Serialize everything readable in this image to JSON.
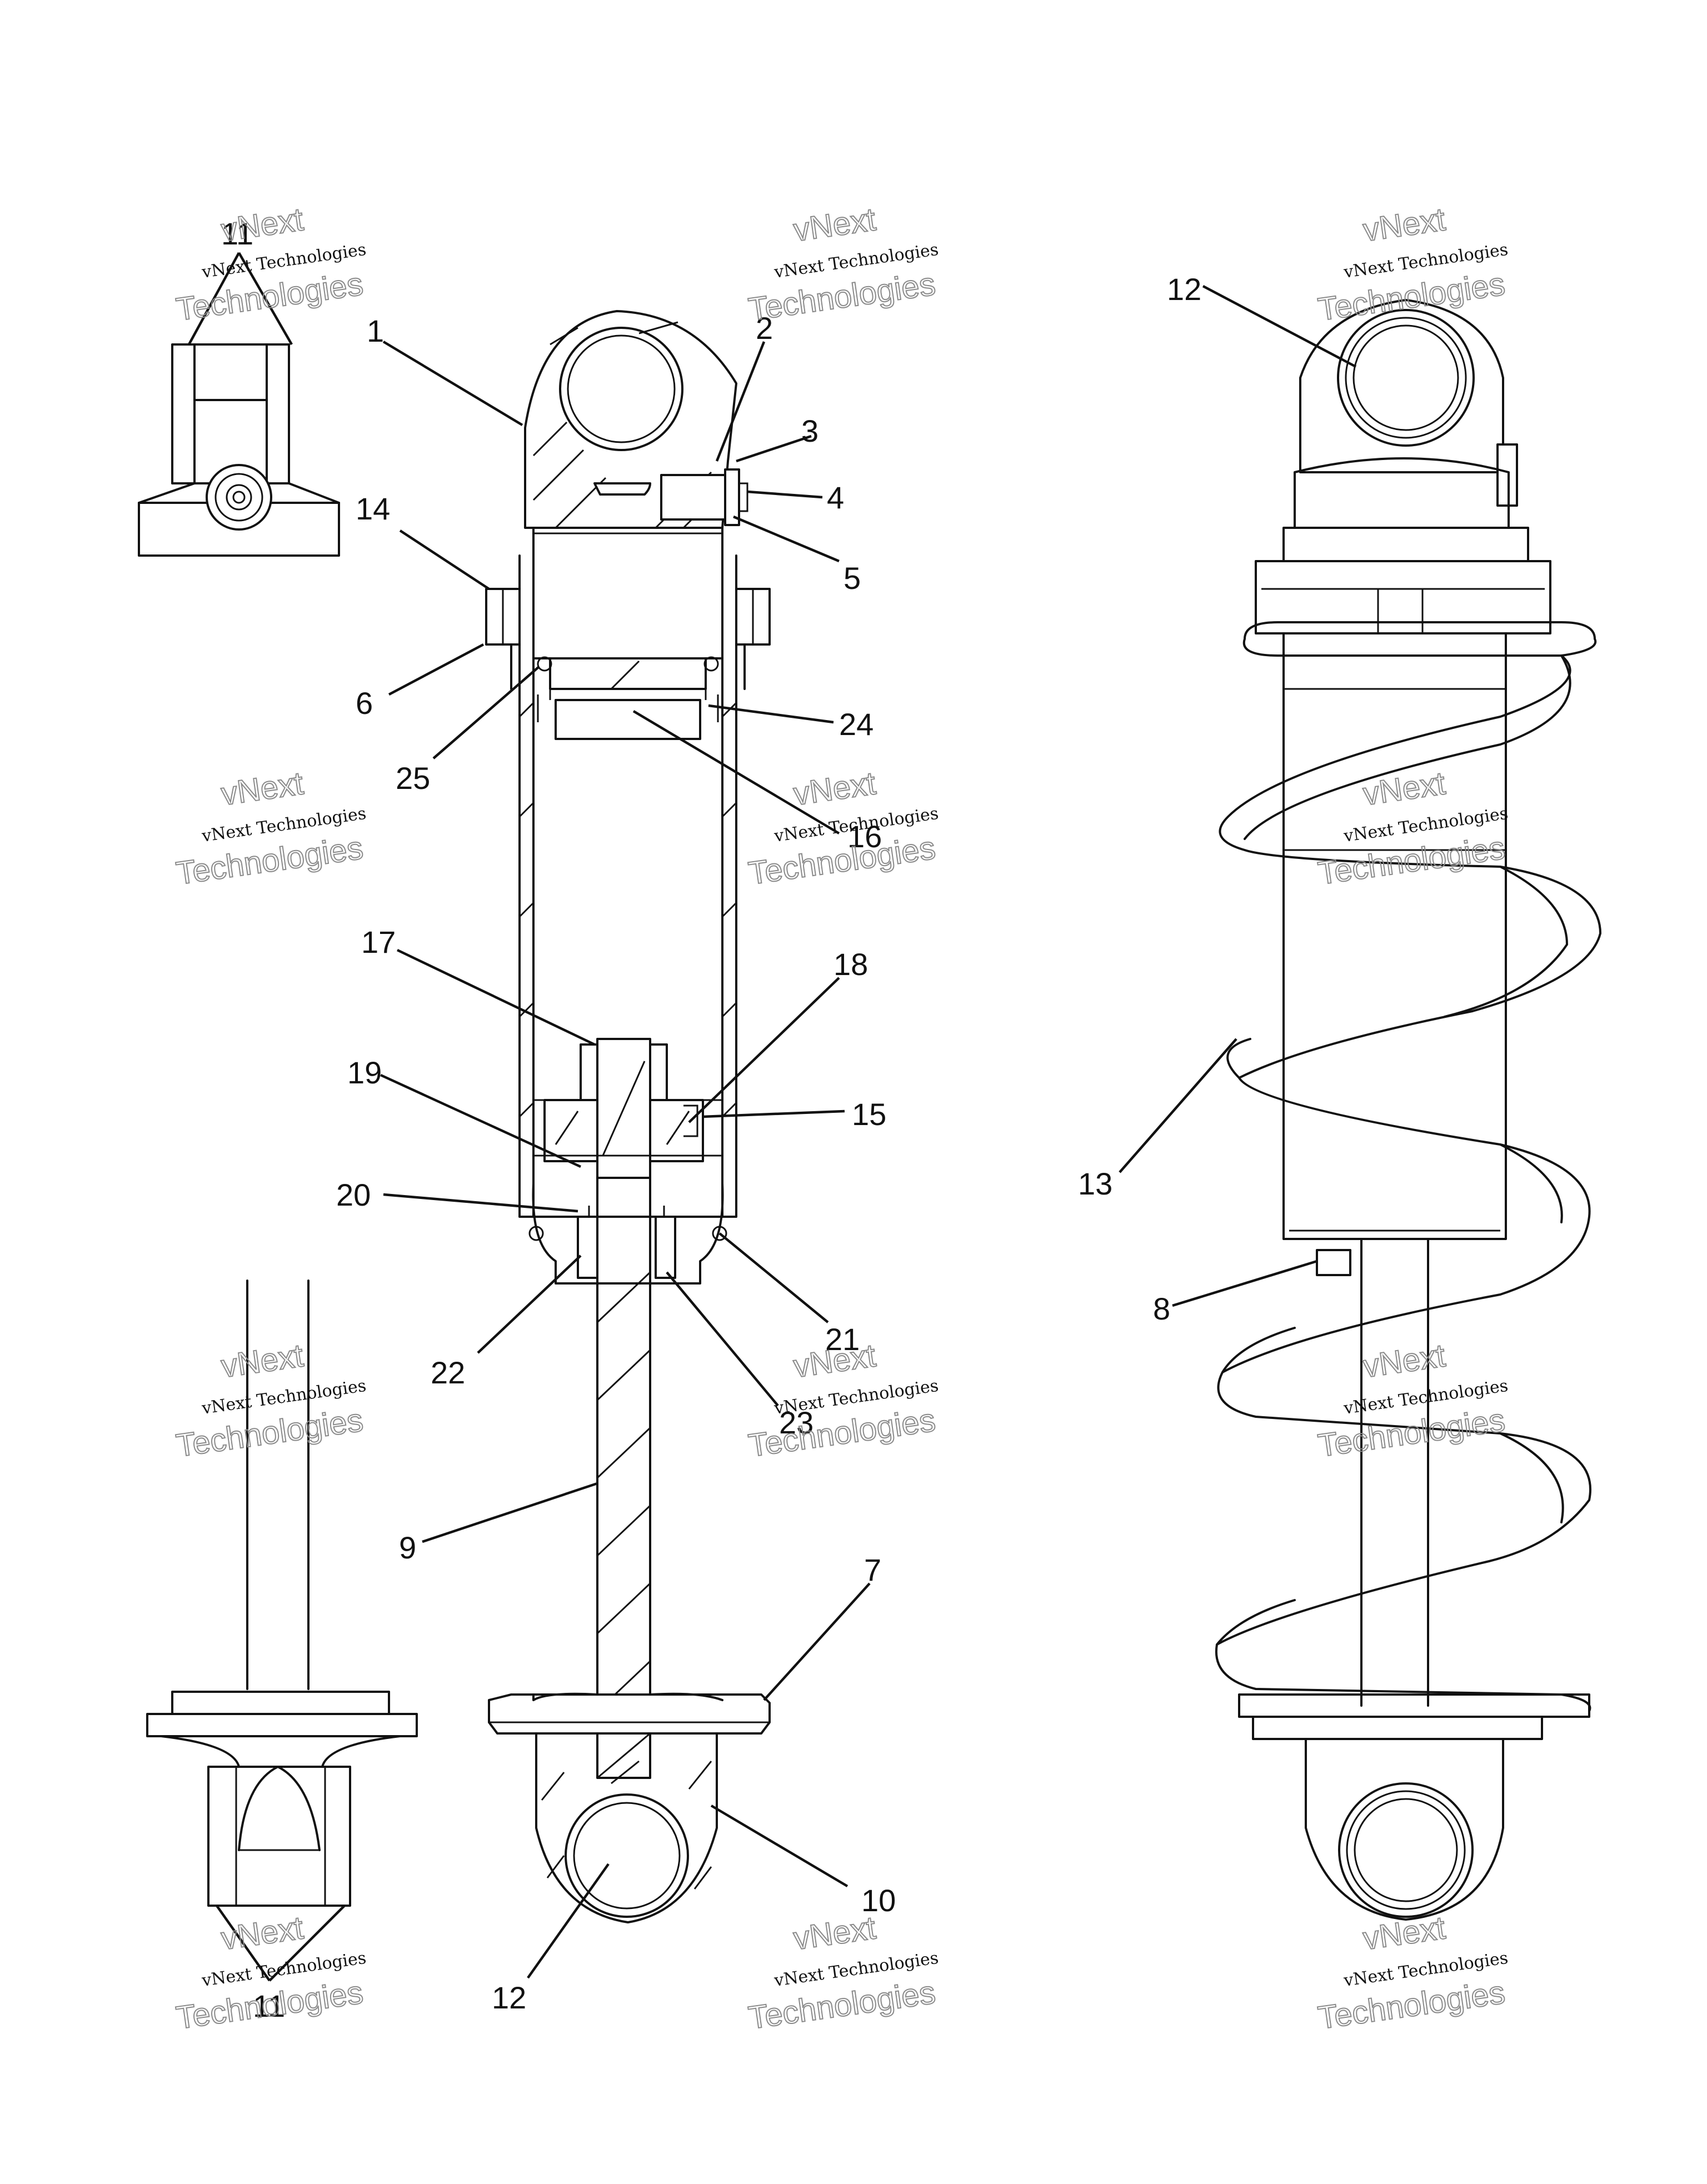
{
  "callouts": [
    {
      "id": "c11-top",
      "text": "11"
    },
    {
      "id": "c1",
      "text": "1"
    },
    {
      "id": "c2",
      "text": "2"
    },
    {
      "id": "c3",
      "text": "3"
    },
    {
      "id": "c4",
      "text": "4"
    },
    {
      "id": "c5",
      "text": "5"
    },
    {
      "id": "c14",
      "text": "14"
    },
    {
      "id": "c6",
      "text": "6"
    },
    {
      "id": "c25",
      "text": "25"
    },
    {
      "id": "c24",
      "text": "24"
    },
    {
      "id": "c16",
      "text": "16"
    },
    {
      "id": "c17",
      "text": "17"
    },
    {
      "id": "c18",
      "text": "18"
    },
    {
      "id": "c19",
      "text": "19"
    },
    {
      "id": "c15",
      "text": "15"
    },
    {
      "id": "c20",
      "text": "20"
    },
    {
      "id": "c21",
      "text": "21"
    },
    {
      "id": "c22",
      "text": "22"
    },
    {
      "id": "c23",
      "text": "23"
    },
    {
      "id": "c9",
      "text": "9"
    },
    {
      "id": "c7",
      "text": "7"
    },
    {
      "id": "c10",
      "text": "10"
    },
    {
      "id": "c12-bottom",
      "text": "12"
    },
    {
      "id": "c11-bottom",
      "text": "11"
    },
    {
      "id": "c12-right",
      "text": "12"
    },
    {
      "id": "c13",
      "text": "13"
    },
    {
      "id": "c8",
      "text": "8"
    }
  ],
  "watermark": {
    "line1": "vNext Technologies",
    "line2": "vNext",
    "line3": "Technologies"
  }
}
